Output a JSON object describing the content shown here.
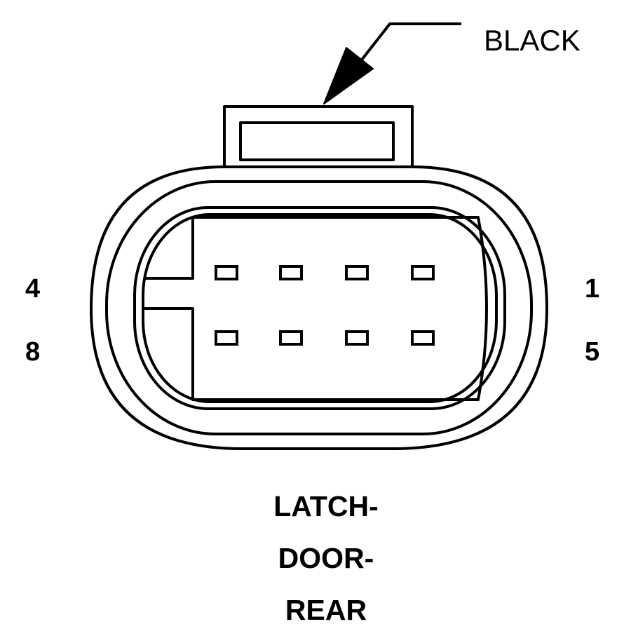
{
  "connector": {
    "color_label": "BLACK",
    "pin_labels": {
      "top_left": "4",
      "bottom_left": "8",
      "top_right": "1",
      "bottom_right": "5"
    },
    "name_lines": [
      "LATCH-",
      "DOOR-",
      "REAR"
    ],
    "pin_count": 8,
    "stroke_color": "#000000",
    "background_color": "#ffffff"
  }
}
